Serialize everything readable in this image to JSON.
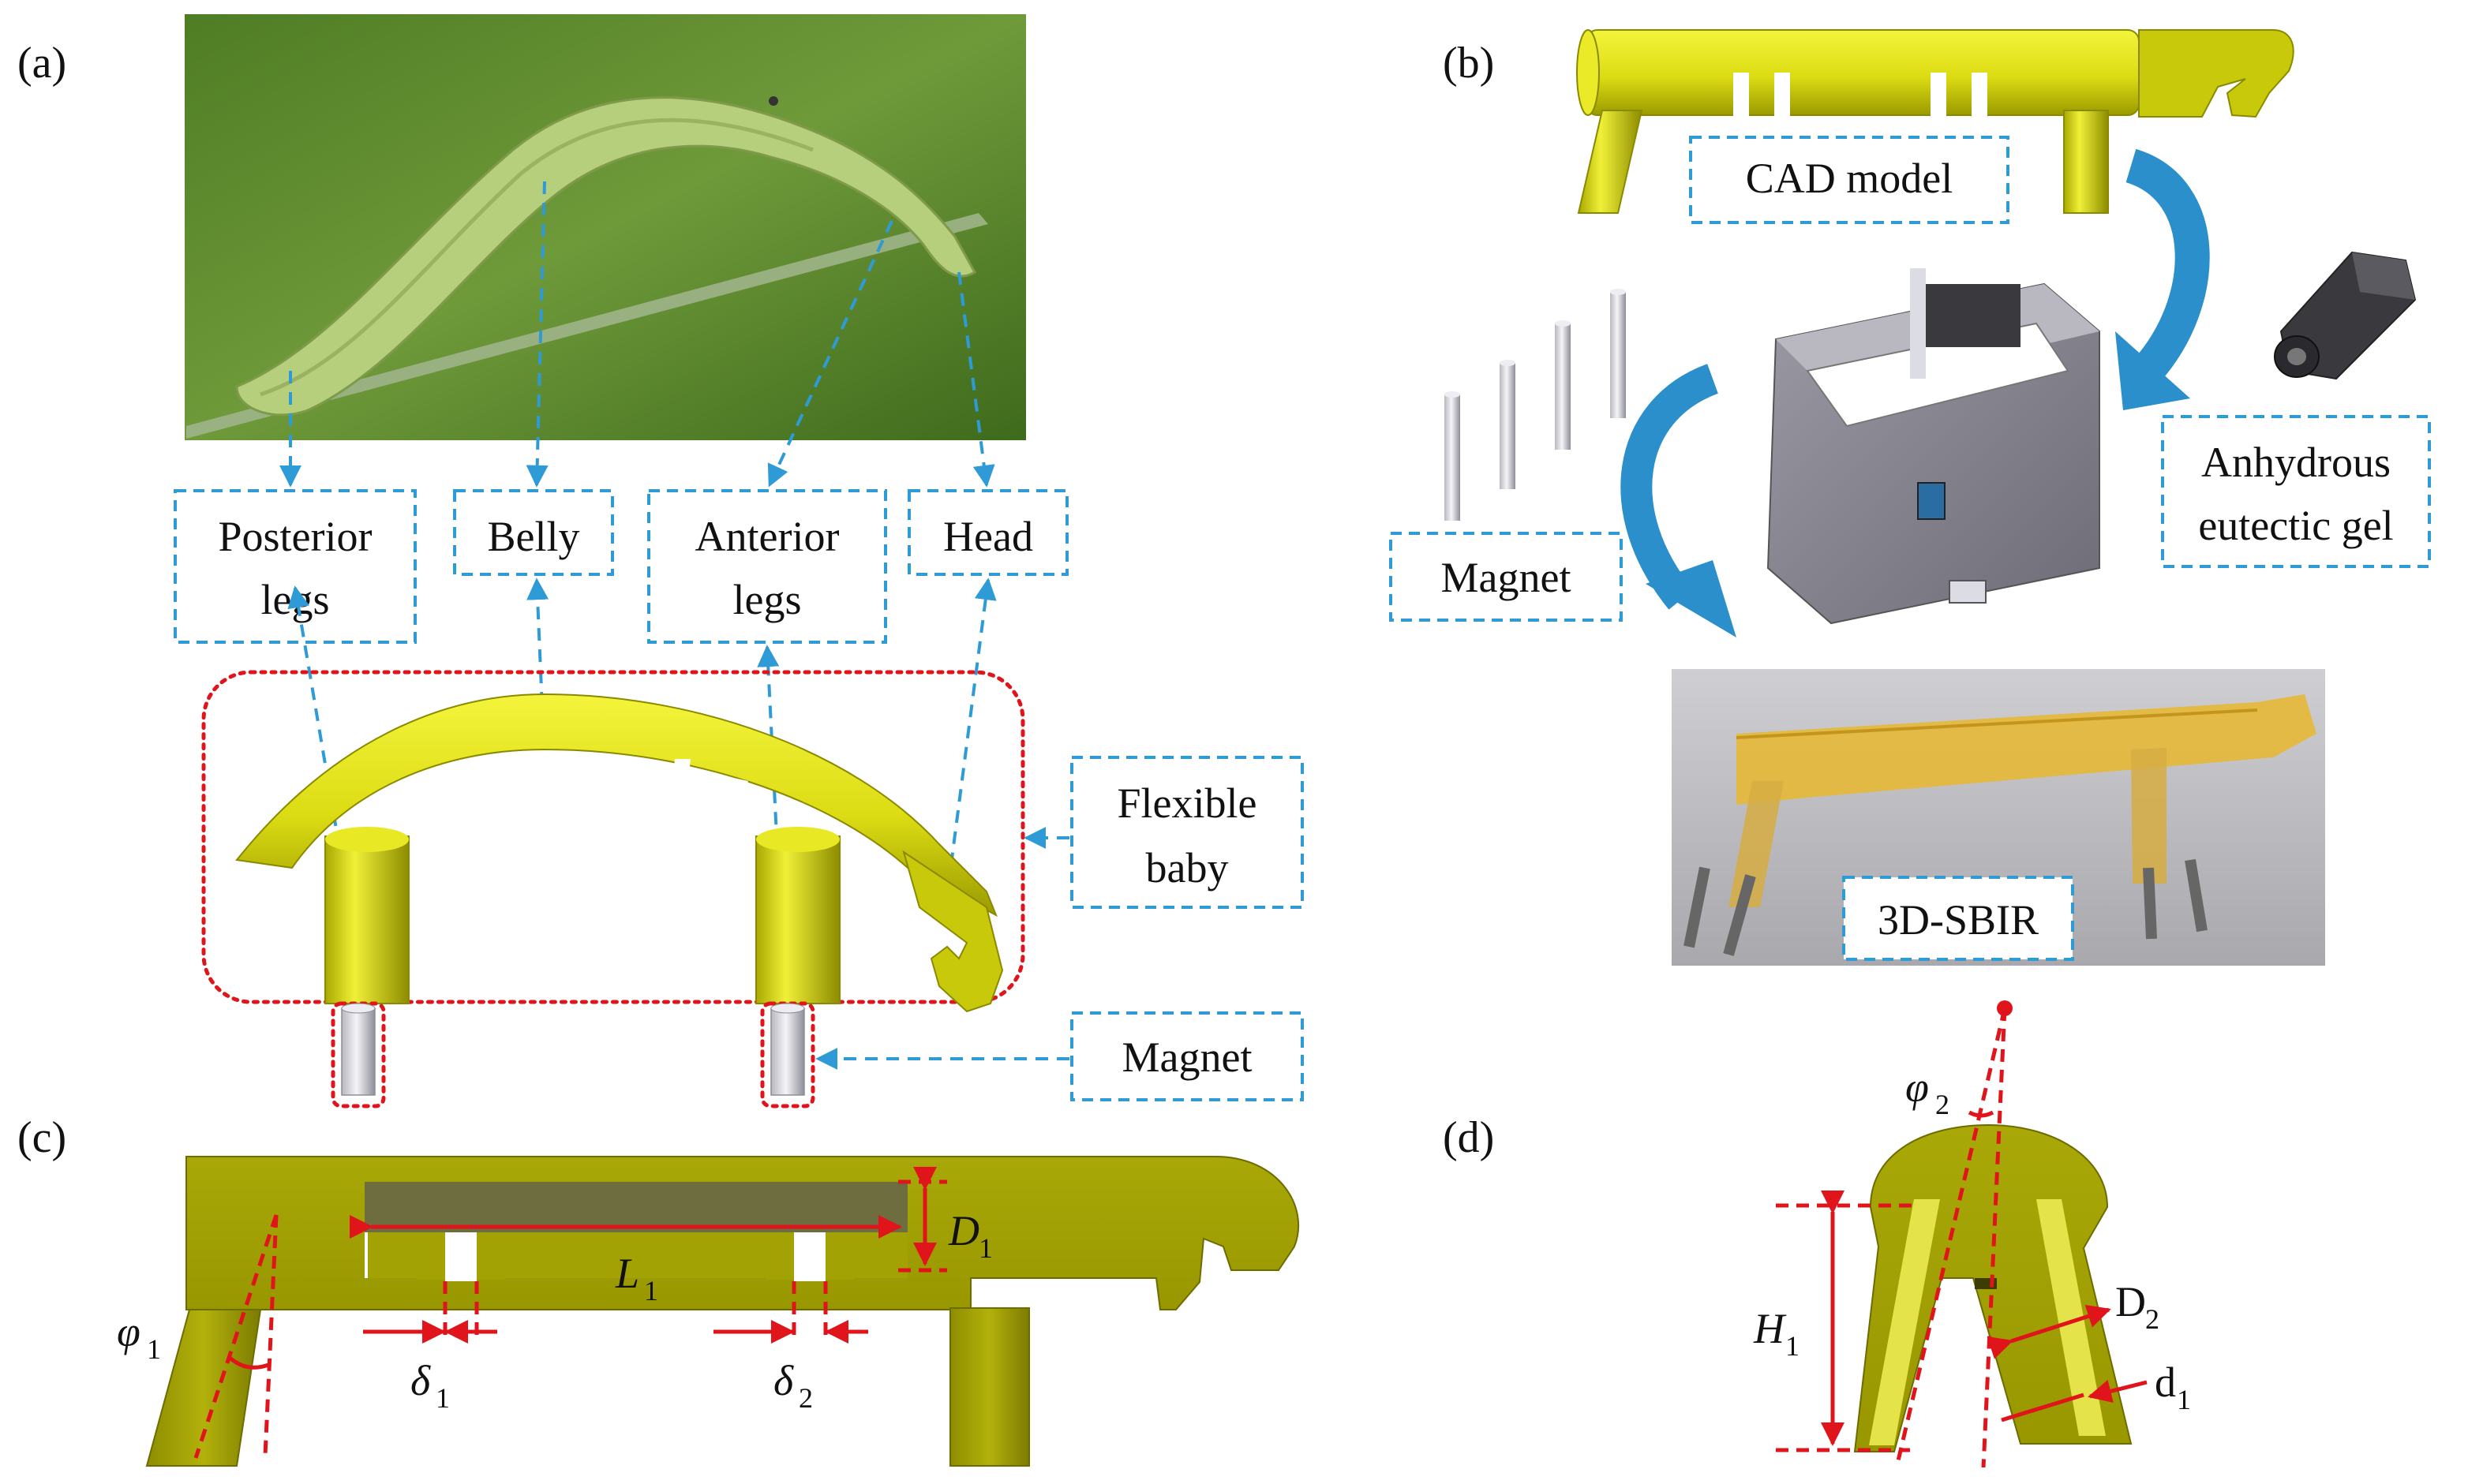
{
  "panels": {
    "a": "(a)",
    "b": "(b)",
    "c": "(c)",
    "d": "(d)"
  },
  "panel_a": {
    "label_posterior_1": "Posterior",
    "label_posterior_2": "legs",
    "label_belly": "Belly",
    "label_anterior_1": "Anterior",
    "label_anterior_2": "legs",
    "label_head": "Head",
    "label_flexible_1": "Flexible",
    "label_flexible_2": "baby",
    "label_magnet": "Magnet"
  },
  "panel_b": {
    "label_cad": "CAD model",
    "label_anhydrous_1": "Anhydrous",
    "label_anhydrous_2": "eutectic gel",
    "label_magnet": "Magnet",
    "label_sbir": "3D-SBIR"
  },
  "panel_c": {
    "phi_sym": "φ",
    "phi_sub": "1",
    "L_sym": "L",
    "L_sub": "1",
    "D_sym": "D",
    "D_sub": "1",
    "delta1_sym": "δ",
    "delta1_sub": "1",
    "delta2_sym": "δ",
    "delta2_sub": "2"
  },
  "panel_d": {
    "phi_sym": "φ",
    "phi_sub": "2",
    "H_sym": "H",
    "H_sub": "1",
    "D_sym": "D",
    "D_sub": "2",
    "d_sym": "d",
    "d_sub": "1"
  },
  "colors": {
    "model_yellow": "#d8d810",
    "section_olive": "#a3a205",
    "dashed_blue": "#2e9bd6",
    "dim_red": "#e0141b",
    "caterpillar_green": "#b6cf7d",
    "photo_background": "#5f8f2e"
  }
}
